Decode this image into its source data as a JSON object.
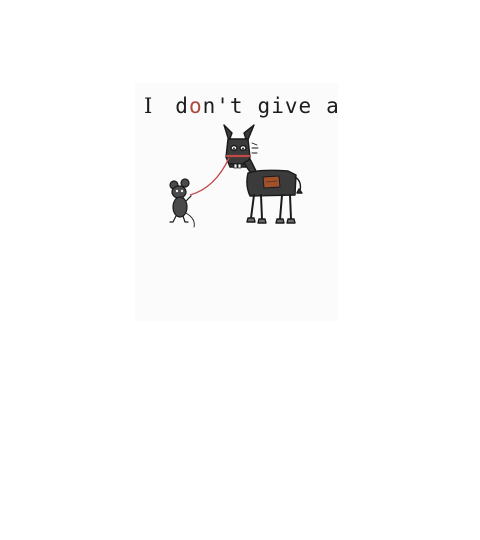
{
  "caption": {
    "word1": "I",
    "word2_start": "d",
    "word2_red": "o",
    "word2_end": "n't",
    "word3": "give",
    "word4": "a"
  },
  "illustration": {
    "subjects": [
      "donkey",
      "mouse"
    ],
    "colors": {
      "donkey_body": "#3b3b3b",
      "mouse_body": "#4a4a4a",
      "leash": "#c44a4a",
      "saddle": "#a0522d",
      "outline": "#1a1a1a",
      "card_background": "#fbfbfb"
    }
  }
}
